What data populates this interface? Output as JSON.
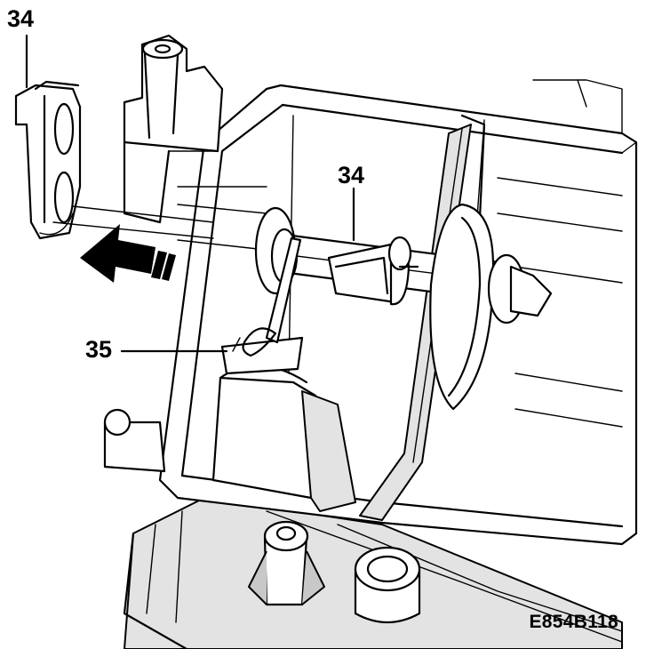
{
  "callouts": {
    "part_clip_removed": "34",
    "part_clip_installed": "34",
    "part_lever": "35"
  },
  "figure_ref": "E854B118",
  "colors": {
    "ink": "#000000",
    "paper": "#ffffff",
    "shade": "#d9d9d9",
    "arrow": "#000000"
  },
  "icons": {
    "removal_direction": "arrow-left-icon"
  }
}
